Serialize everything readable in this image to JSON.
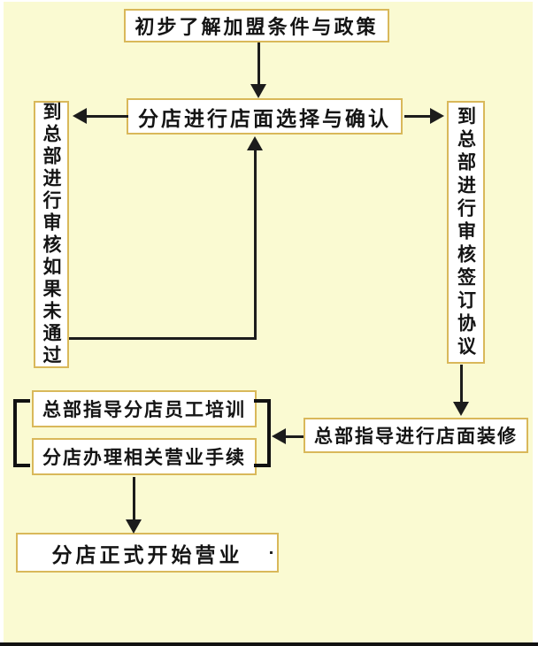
{
  "diagram_type": "flowchart",
  "colors": {
    "background": "#FAFAD2",
    "node_fill": "#FFFFFF",
    "node_border": "#D9B85A",
    "text": "#141414",
    "arrow": "#1C1C1C",
    "bracket": "#111111",
    "bottom_border": "#111111"
  },
  "nodes": {
    "intro": {
      "label": "初步了解加盟条件与政策",
      "orientation": "horizontal"
    },
    "site_selection": {
      "label": "分店进行店面选择与确认",
      "orientation": "horizontal"
    },
    "review_not_passed": {
      "label": "到总部进行审核如果未通过",
      "orientation": "vertical"
    },
    "review_sign": {
      "label": "到总部进行审核签订协议",
      "orientation": "vertical"
    },
    "decoration": {
      "label": "总部指导进行店面装修",
      "orientation": "horizontal"
    },
    "staff_training": {
      "label": "总部指导分店员工培训",
      "orientation": "horizontal"
    },
    "business_procedures": {
      "label": "分店办理相关营业手续",
      "orientation": "horizontal"
    },
    "opening": {
      "label": "分店正式开始营业",
      "orientation": "horizontal"
    }
  },
  "edges": [
    {
      "from": "intro",
      "to": "site_selection",
      "direction": "down"
    },
    {
      "from": "site_selection",
      "to": "review_not_passed",
      "direction": "left"
    },
    {
      "from": "site_selection",
      "to": "review_sign",
      "direction": "right"
    },
    {
      "from": "review_not_passed",
      "to": "site_selection",
      "direction": "right-then-up",
      "note": "feedback-loop"
    },
    {
      "from": "review_sign",
      "to": "decoration",
      "direction": "down"
    },
    {
      "from": "decoration",
      "to": "training-procedures-group",
      "direction": "left"
    },
    {
      "from": "business_procedures",
      "to": "opening",
      "direction": "down"
    }
  ]
}
